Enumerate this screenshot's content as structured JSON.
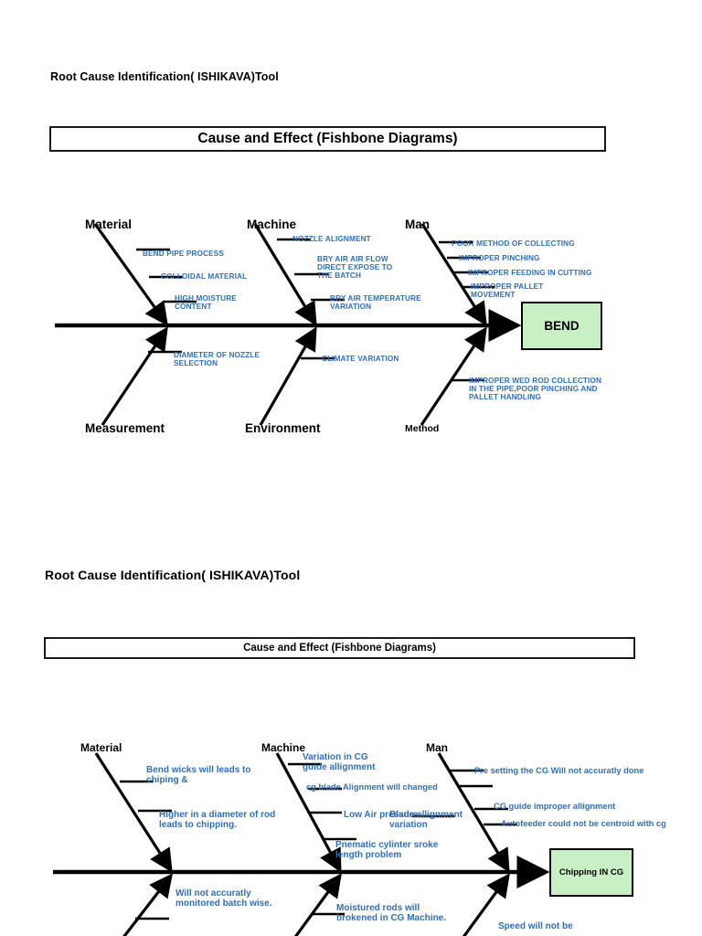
{
  "document": {
    "heading_1": "Root Cause Identification( ISHIKAVA)Tool",
    "heading_2": "Root Cause Identification( ISHIKAVA)Tool"
  },
  "diagram_1": {
    "title": "Cause and Effect (Fishbone Diagrams)",
    "effect": "BEND",
    "categories": {
      "top_left": "Material",
      "top_mid": "Machine",
      "top_right": "Man",
      "bottom_left": "Measurement",
      "bottom_mid": "Environment",
      "bottom_right": "Method"
    },
    "causes": {
      "material": [
        "BEND PIPE PROCESS",
        "COLLOIDAL MATERIAL",
        "HIGH MOISTURE CONTENT"
      ],
      "machine": [
        "NOZZLE  ALIGNMENT",
        "BRY AIR  AIR FLOW DIRECT EXPOSE TO THE BATCH",
        "BRY AIR  TEMPERATURE VARIATION"
      ],
      "man": [
        "POOR METHOD OF COLLECTING",
        "IMPROPER PINCHING",
        "IMPROPER FEEDING IN CUTTING",
        "IMPROPER  PALLET MOVEMENT"
      ],
      "measurement": [
        "DIAMETER OF NOZZLE SELECTION"
      ],
      "environment": [
        "CLIMATE   VARIATION"
      ],
      "method": [
        "IMPROPER WED ROD COLLECTION IN THE PIPE,POOR PINCHING AND  PALLET HANDLING"
      ]
    }
  },
  "diagram_2": {
    "title": "Cause and Effect (Fishbone Diagrams)",
    "effect": "Chipping IN CG",
    "categories": {
      "top_left": "Material",
      "top_mid": "Machine",
      "top_right": "Man"
    },
    "causes": {
      "material": [
        "Bend wicks will leads to chiping  &",
        "Higher in a diameter of rod leads to chipping."
      ],
      "machine": [
        "Variation in CG guide allignment",
        "cg blade Alignment  will changed",
        "Low Air pressure",
        "Blade allignment variation",
        "Pnematic cylinter sroke length problem"
      ],
      "man": [
        "Pre setting the CG   Will not accuratly done",
        "CG guide  improper allignment",
        "Autofeeder could not be centroid with cg"
      ],
      "bottom_left": [
        "Will not accuratly monitored batch wise."
      ],
      "bottom_mid": [
        "Moistured rods will brokened in CG Machine."
      ],
      "bottom_right": [
        "Speed will not be"
      ]
    }
  },
  "colors": {
    "cause_text": "#2f6fbd",
    "effect_fill": "#c9efc5",
    "line": "#000000"
  }
}
